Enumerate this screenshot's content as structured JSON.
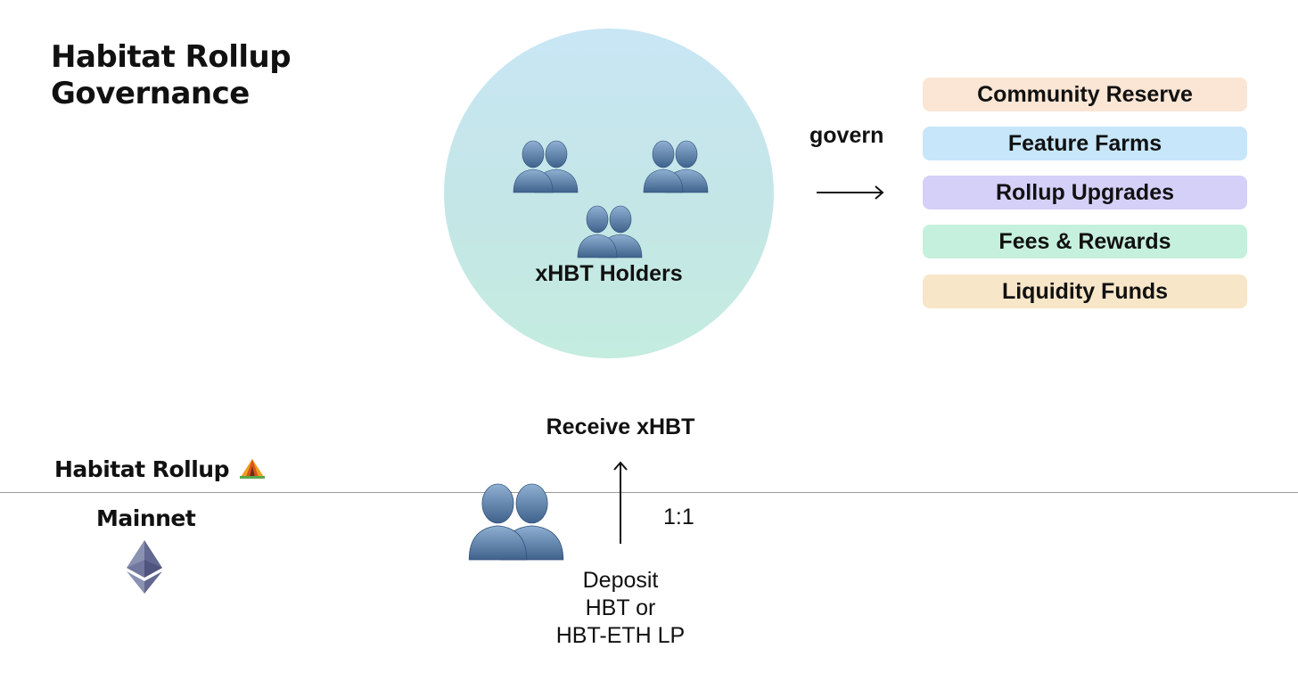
{
  "title": {
    "line1": "Habitat Rollup",
    "line2": "Governance"
  },
  "holders": {
    "label": "xHBT Holders"
  },
  "govern_label": "govern",
  "governed_items": [
    {
      "label": "Community Reserve",
      "color": "#fbe5d4"
    },
    {
      "label": "Feature Farms",
      "color": "#c7e6fa"
    },
    {
      "label": "Rollup Upgrades",
      "color": "#d4d0f8"
    },
    {
      "label": "Fees & Rewards",
      "color": "#c6f0de"
    },
    {
      "label": "Liquidity Funds",
      "color": "#f8e6c8"
    }
  ],
  "layers": {
    "rollup": "Habitat Rollup",
    "rollup_icon": "camping-tent-icon",
    "mainnet": "Mainnet",
    "mainnet_icon": "ethereum-icon"
  },
  "flow": {
    "receive": "Receive xHBT",
    "ratio": "1:1",
    "deposit": [
      "Deposit",
      "HBT or",
      "HBT-ETH LP"
    ]
  },
  "colors": {
    "people": "#4a6d96",
    "divider": "#9a9a9a"
  }
}
